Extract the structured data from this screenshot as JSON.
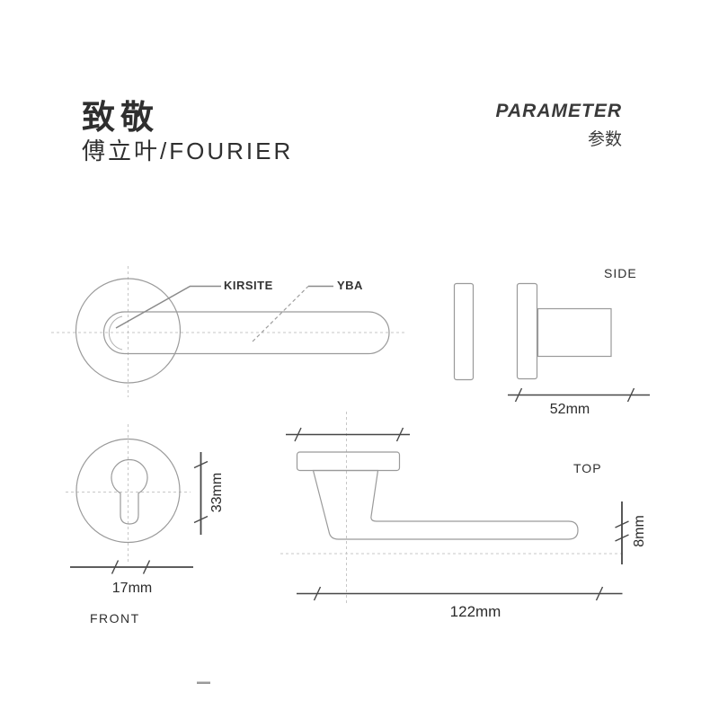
{
  "header": {
    "title_cn": "致敬",
    "title_sub": "傅立叶/FOURIER",
    "parameter_label": "PARAMETER",
    "parameter_cn": "参数"
  },
  "annotations": {
    "material_1": "KIRSITE",
    "material_2": "YBA"
  },
  "views": {
    "side_label": "SIDE",
    "top_label": "TOP",
    "front_label": "FRONT"
  },
  "dimensions": {
    "side_width": "52mm",
    "escutcheon_height": "33mm",
    "escutcheon_width": "17mm",
    "handle_length": "122mm",
    "lever_thickness": "8mm"
  },
  "colors": {
    "outline": "#9a9a9a",
    "centerline": "#c7c7c7",
    "dimension": "#474747",
    "text": "#333333",
    "background": "#ffffff"
  }
}
